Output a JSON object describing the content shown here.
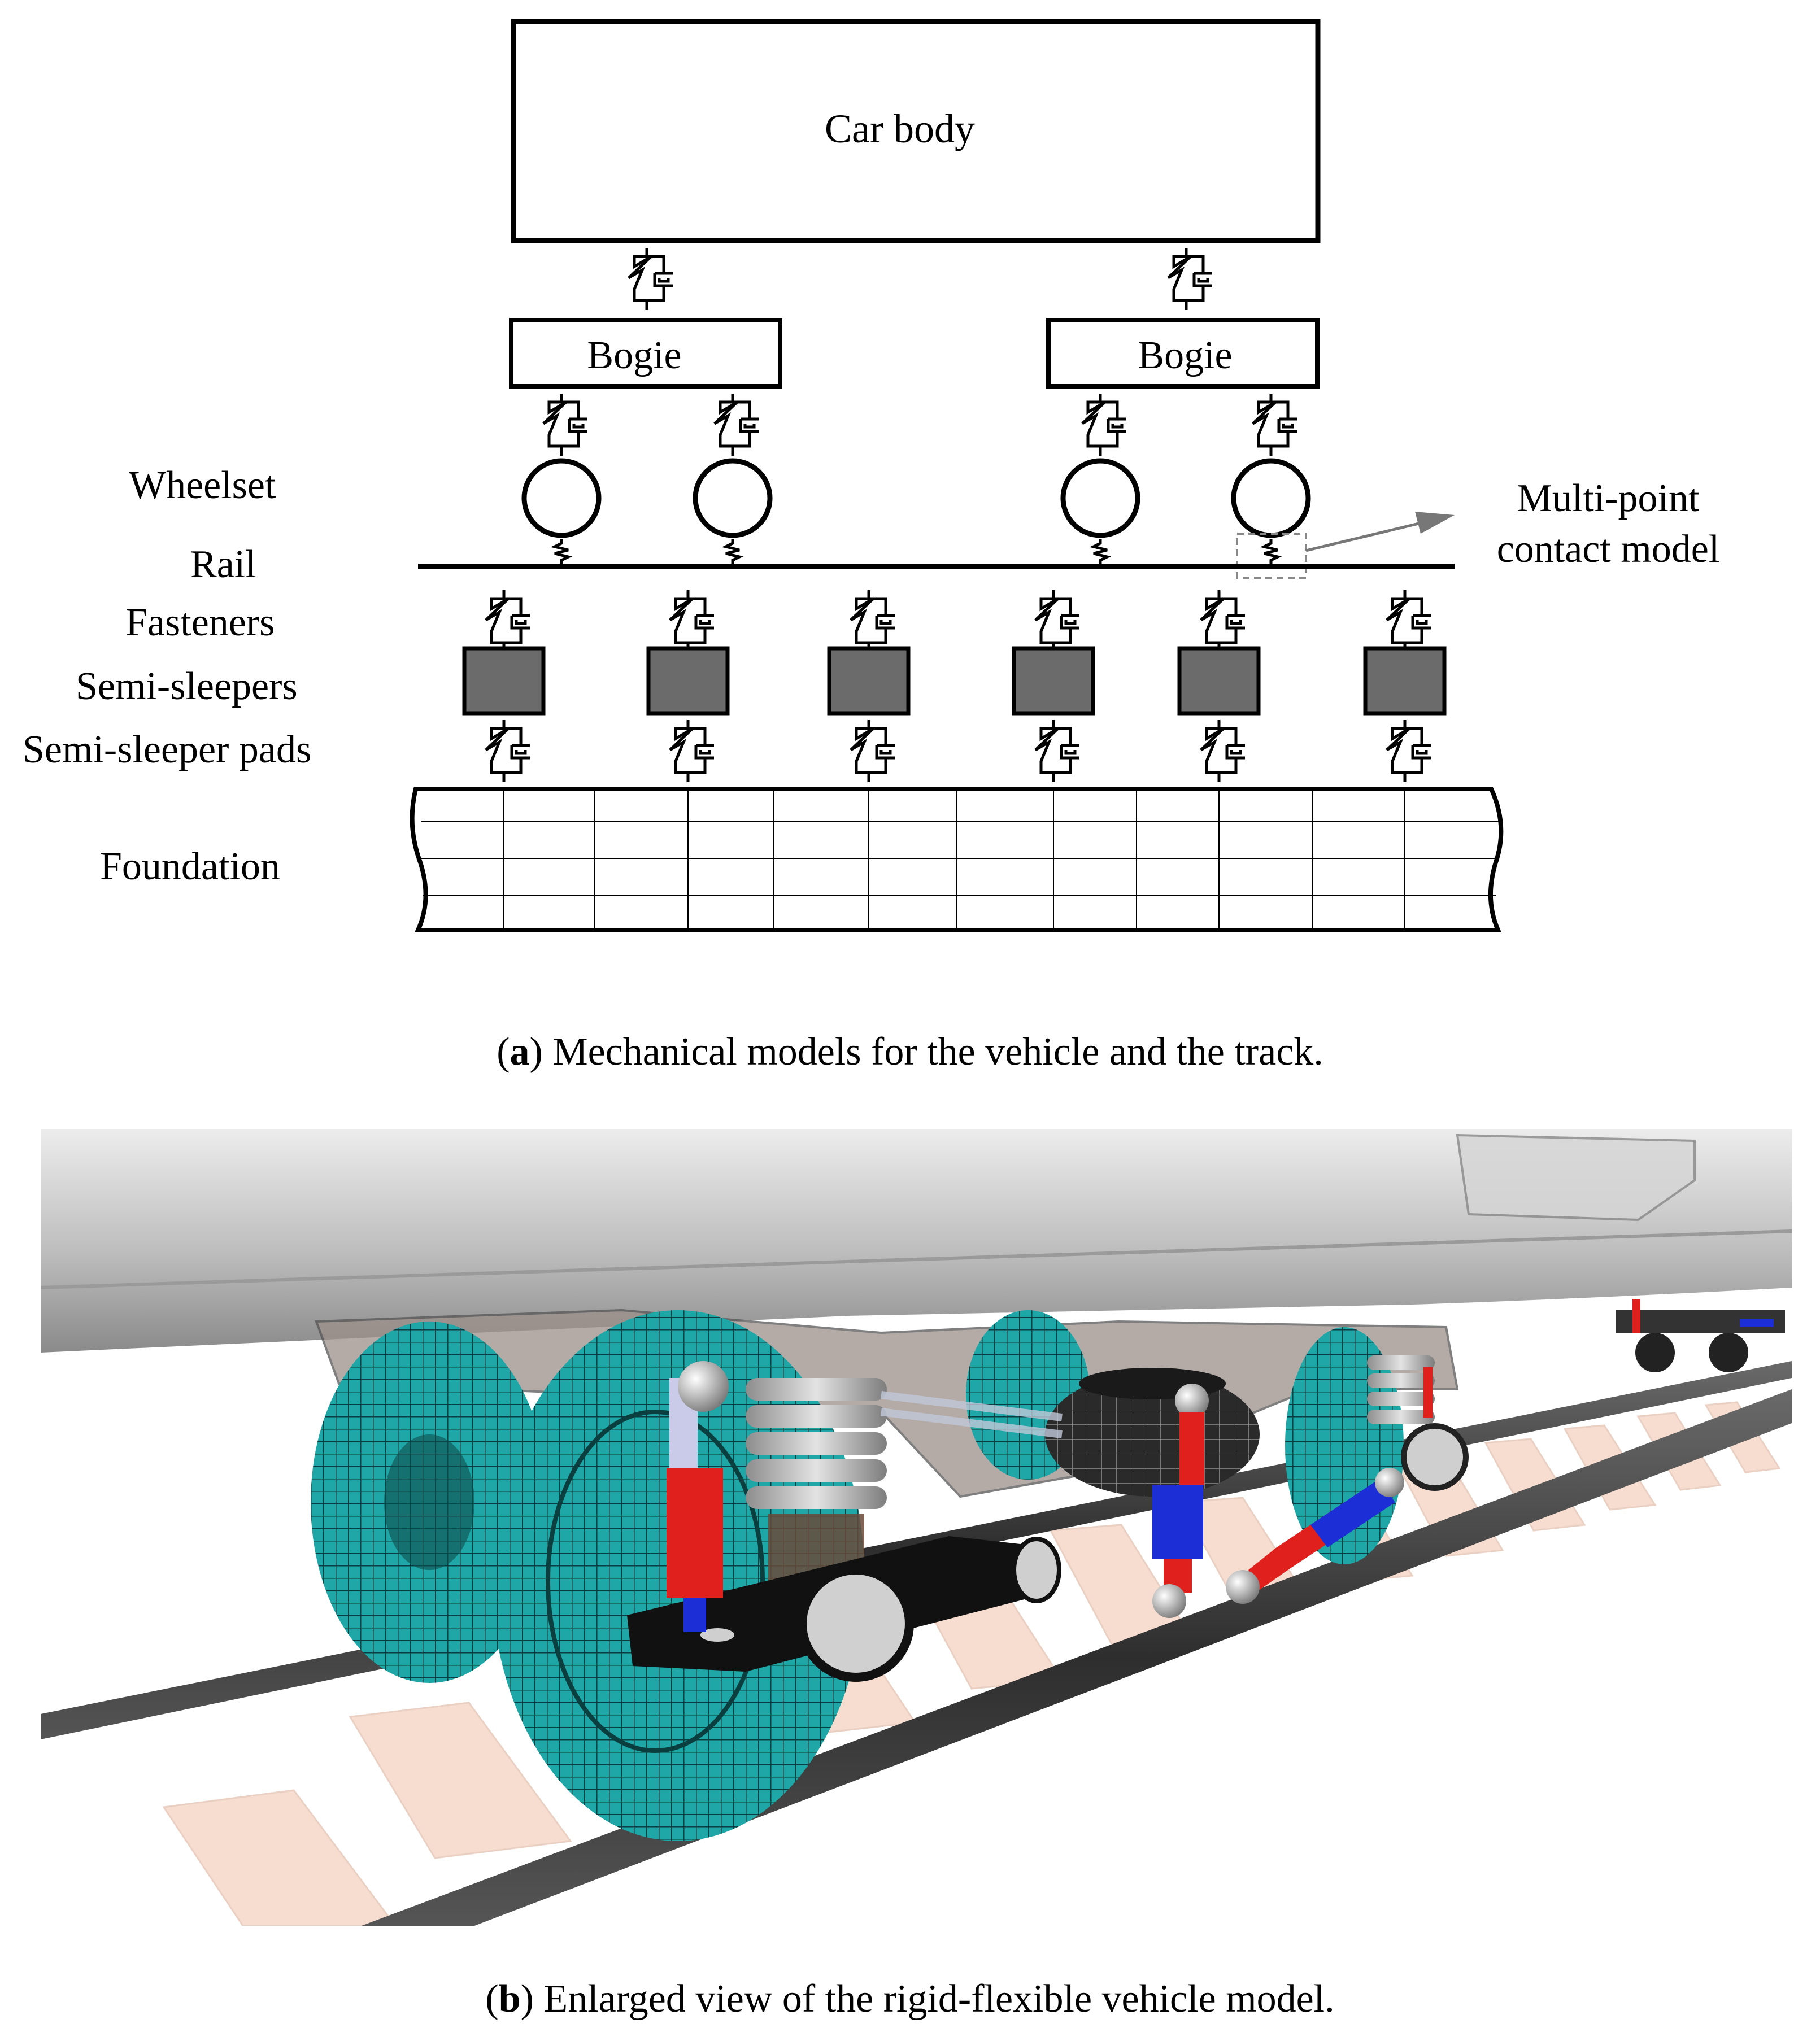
{
  "diagram_a": {
    "car_body_label": "Car body",
    "bogie_label": "Bogie",
    "labels": {
      "wheelset": "Wheelset",
      "rail": "Rail",
      "fasteners": "Fasteners",
      "semi_sleepers": "Semi-sleepers",
      "semi_sleeper_pads": "Semi-sleeper pads",
      "foundation": "Foundation"
    },
    "contact_annotation": {
      "line1": "Multi-point",
      "line2": "contact model"
    },
    "caption": {
      "letter": "a",
      "text": ") Mechanical models for the vehicle and the track."
    }
  },
  "render_b": {
    "caption": {
      "letter": "b",
      "text": ") Enlarged view of the rigid-flexible vehicle model."
    },
    "colors": {
      "sky": "#ffffff",
      "car_body": "#c8c8c8",
      "wheel_mesh": "#1fa6a6",
      "damper_red": "#e0201c",
      "damper_blue": "#1c2fd6",
      "spring": "#b9b9b9",
      "rail": "#3a3a3a",
      "sleeper": "#f6ddd0",
      "axle_box": "#111111"
    }
  }
}
